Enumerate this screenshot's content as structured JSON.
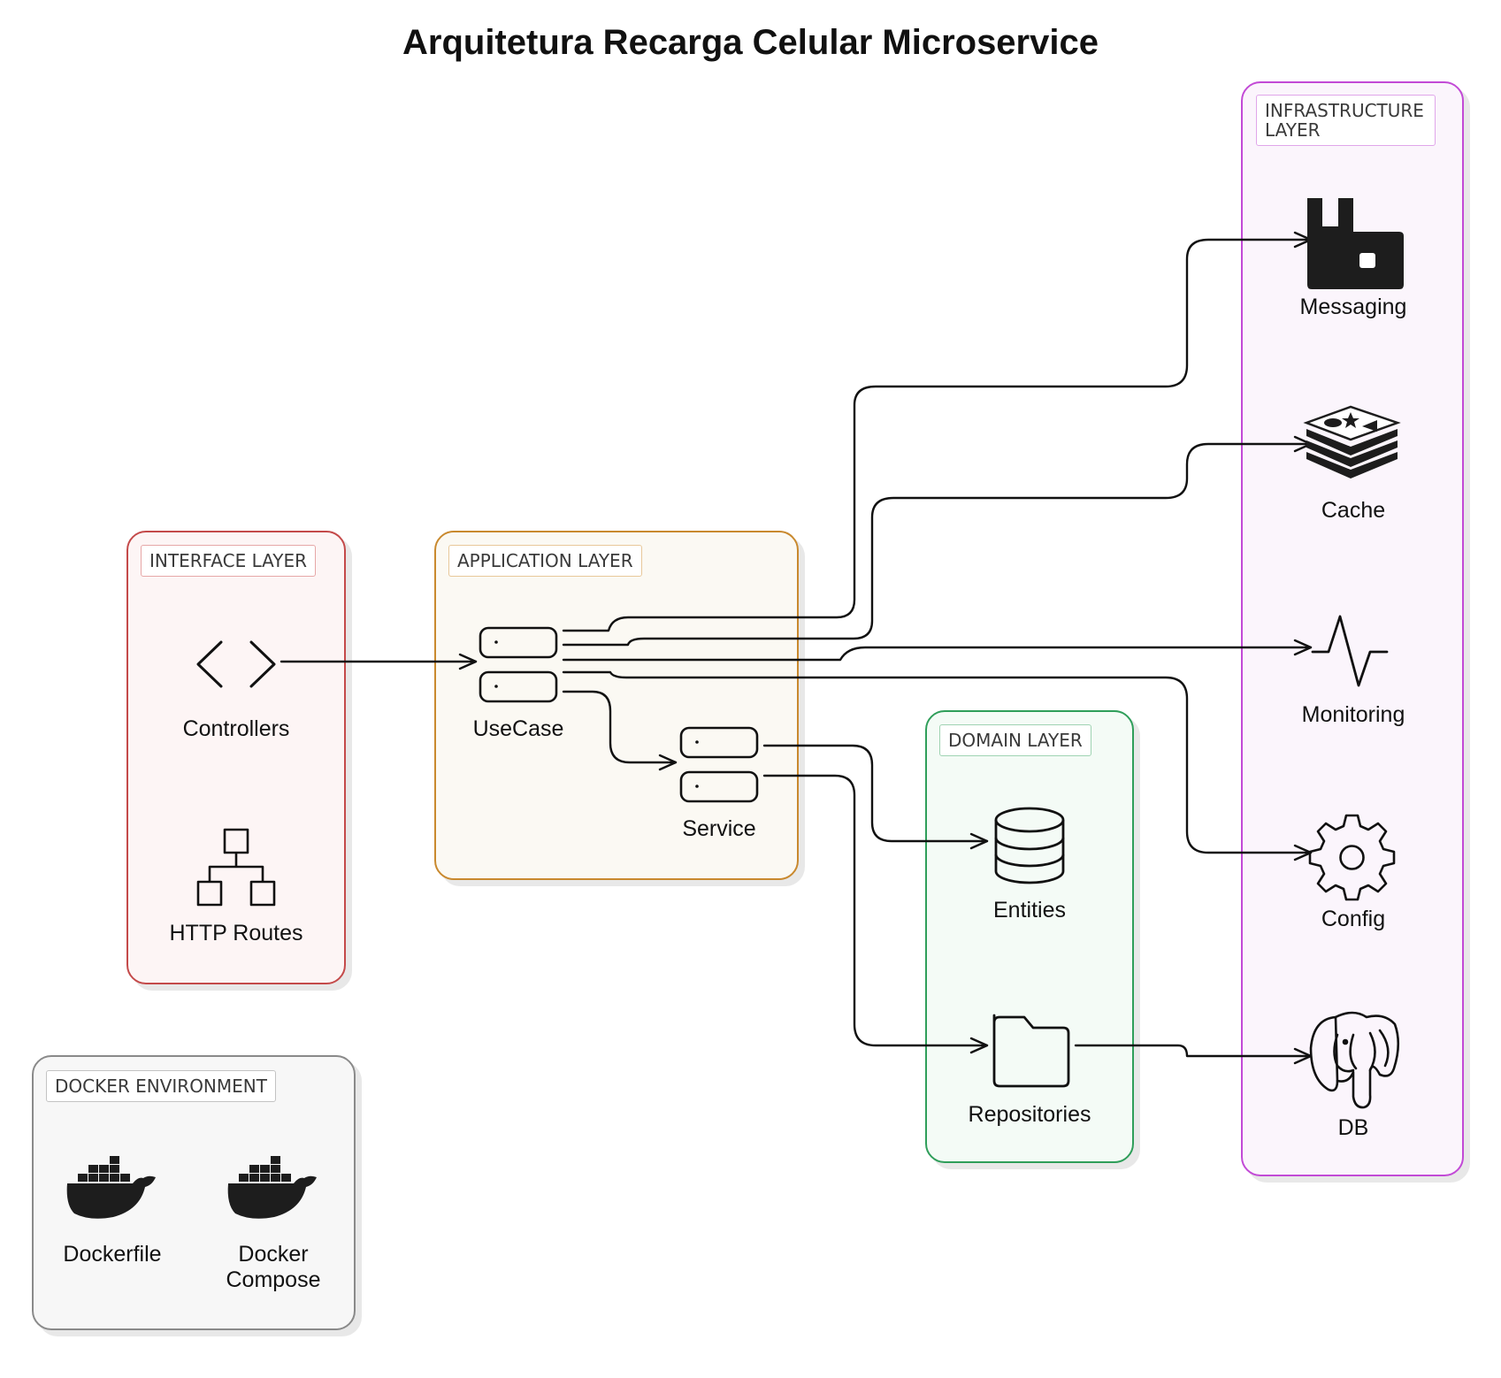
{
  "title": "Arquitetura Recarga Celular Microservice",
  "colors": {
    "interface": "#c44a4a",
    "application": "#c9892e",
    "domain": "#2f9e5a",
    "infrastructure": "#c24ad6",
    "docker": "#8a8a8a",
    "edge": "#111111"
  },
  "layers": {
    "interface": {
      "tag": "INTERFACE LAYER",
      "nodes": [
        {
          "label": "Controllers",
          "icon": "code-brackets-icon"
        },
        {
          "label": "HTTP Routes",
          "icon": "sitemap-icon"
        }
      ]
    },
    "application": {
      "tag": "APPLICATION LAYER",
      "nodes": [
        {
          "label": "UseCase",
          "icon": "server-stack-icon"
        },
        {
          "label": "Service",
          "icon": "server-stack-icon"
        }
      ]
    },
    "domain": {
      "tag": "DOMAIN LAYER",
      "nodes": [
        {
          "label": "Entities",
          "icon": "database-icon"
        },
        {
          "label": "Repositories",
          "icon": "folder-icon"
        }
      ]
    },
    "infrastructure": {
      "tag": "INFRASTRUCTURE LAYER",
      "nodes": [
        {
          "label": "Messaging",
          "icon": "rabbitmq-icon"
        },
        {
          "label": "Cache",
          "icon": "redis-icon"
        },
        {
          "label": "Monitoring",
          "icon": "pulse-icon"
        },
        {
          "label": "Config",
          "icon": "gear-icon"
        },
        {
          "label": "DB",
          "icon": "postgresql-elephant-icon"
        }
      ]
    },
    "docker": {
      "tag": "DOCKER ENVIRONMENT",
      "nodes": [
        {
          "label": "Dockerfile",
          "icon": "docker-whale-icon"
        },
        {
          "label": "Docker Compose",
          "icon": "docker-whale-icon"
        }
      ]
    }
  },
  "edges": [
    {
      "from": "Controllers",
      "to": "UseCase"
    },
    {
      "from": "UseCase",
      "to": "Messaging"
    },
    {
      "from": "UseCase",
      "to": "Cache"
    },
    {
      "from": "UseCase",
      "to": "Monitoring"
    },
    {
      "from": "UseCase",
      "to": "Config"
    },
    {
      "from": "UseCase",
      "to": "Service"
    },
    {
      "from": "Service",
      "to": "Entities"
    },
    {
      "from": "Service",
      "to": "Repositories"
    },
    {
      "from": "Repositories",
      "to": "DB"
    }
  ]
}
